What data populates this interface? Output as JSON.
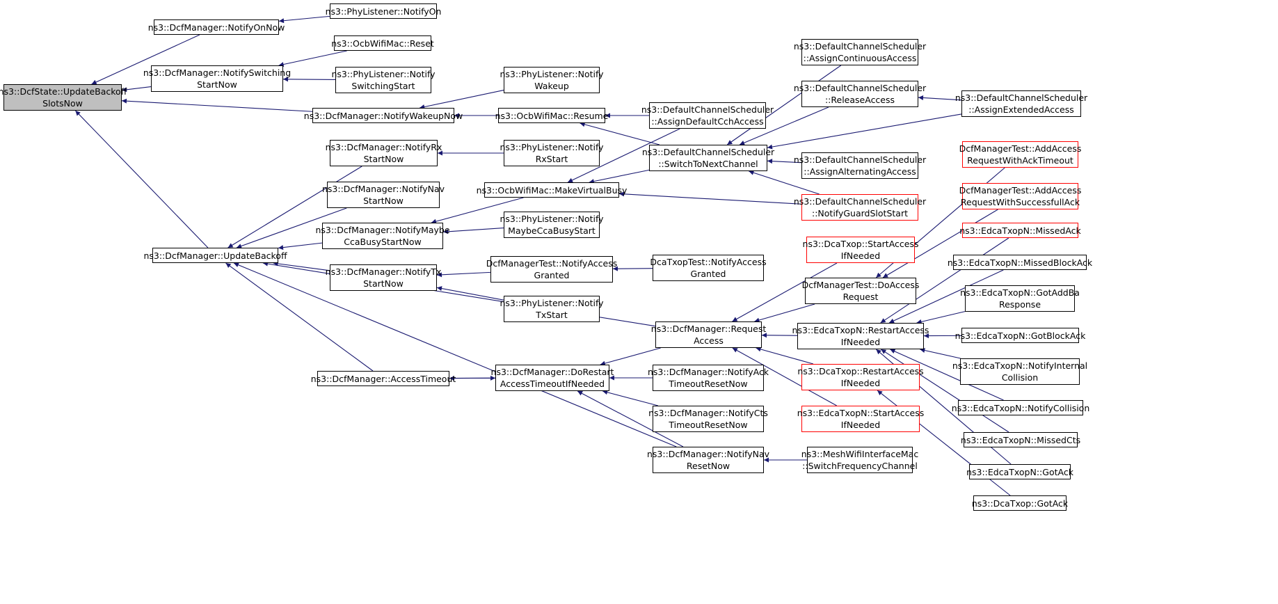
{
  "graph": {
    "title": "",
    "colors": {
      "edge": "#191970",
      "border": "#000000",
      "border_incomplete": "#ff0000",
      "root_fill": "#bfbfbf",
      "node_fill": "#ffffff"
    },
    "nodes": [
      {
        "id": "n0",
        "lines": [
          "ns3::DcfState::UpdateBackoff",
          "SlotsNow"
        ],
        "root": true
      },
      {
        "id": "n1",
        "lines": [
          "ns3::DcfManager::NotifyOnNow"
        ]
      },
      {
        "id": "n2",
        "lines": [
          "ns3::PhyListener::NotifyOn"
        ]
      },
      {
        "id": "n3",
        "lines": [
          "ns3::DcfManager::NotifySwitching",
          "StartNow"
        ]
      },
      {
        "id": "n4",
        "lines": [
          "ns3::OcbWifiMac::Reset"
        ]
      },
      {
        "id": "n5",
        "lines": [
          "ns3::PhyListener::Notify",
          "SwitchingStart"
        ]
      },
      {
        "id": "n6",
        "lines": [
          "ns3::DcfManager::NotifyWakeupNow"
        ]
      },
      {
        "id": "n7",
        "lines": [
          "ns3::PhyListener::Notify",
          "Wakeup"
        ]
      },
      {
        "id": "n8",
        "lines": [
          "ns3::OcbWifiMac::Resume"
        ]
      },
      {
        "id": "n9",
        "lines": [
          "ns3::DefaultChannelScheduler",
          "::AssignDefaultCchAccess"
        ]
      },
      {
        "id": "n10",
        "lines": [
          "ns3::DefaultChannelScheduler",
          "::SwitchToNextChannel"
        ]
      },
      {
        "id": "n11",
        "lines": [
          "ns3::DefaultChannelScheduler",
          "::AssignContinuousAccess"
        ]
      },
      {
        "id": "n12",
        "lines": [
          "ns3::DefaultChannelScheduler",
          "::ReleaseAccess"
        ]
      },
      {
        "id": "n13",
        "lines": [
          "ns3::DefaultChannelScheduler",
          "::AssignExtendedAccess"
        ]
      },
      {
        "id": "n14",
        "lines": [
          "ns3::DefaultChannelScheduler",
          "::AssignAlternatingAccess"
        ]
      },
      {
        "id": "n15",
        "lines": [
          "ns3::DefaultChannelScheduler",
          "::NotifyGuardSlotStart"
        ],
        "red": true
      },
      {
        "id": "n16",
        "lines": [
          "ns3::DcfManager::NotifyRx",
          "StartNow"
        ]
      },
      {
        "id": "n17",
        "lines": [
          "ns3::PhyListener::Notify",
          "RxStart"
        ]
      },
      {
        "id": "n18",
        "lines": [
          "ns3::DcfManager::NotifyNav",
          "StartNow"
        ]
      },
      {
        "id": "n19",
        "lines": [
          "ns3::OcbWifiMac::MakeVirtualBusy"
        ]
      },
      {
        "id": "n20",
        "lines": [
          "ns3::DcfManager::NotifyMaybe",
          "CcaBusyStartNow"
        ]
      },
      {
        "id": "n21",
        "lines": [
          "ns3::PhyListener::Notify",
          "MaybeCcaBusyStart"
        ]
      },
      {
        "id": "n22",
        "lines": [
          "ns3::DcfManager::UpdateBackoff"
        ]
      },
      {
        "id": "n23",
        "lines": [
          "ns3::DcfManager::NotifyTx",
          "StartNow"
        ]
      },
      {
        "id": "n24",
        "lines": [
          "DcfManagerTest::NotifyAccess",
          "Granted"
        ]
      },
      {
        "id": "n25",
        "lines": [
          "DcaTxopTest::NotifyAccess",
          "Granted"
        ]
      },
      {
        "id": "n26",
        "lines": [
          "ns3::PhyListener::Notify",
          "TxStart"
        ]
      },
      {
        "id": "n27",
        "lines": [
          "ns3::DcaTxop::StartAccess",
          "IfNeeded"
        ],
        "red": true
      },
      {
        "id": "n28",
        "lines": [
          "DcfManagerTest::DoAccess",
          "Request"
        ]
      },
      {
        "id": "n29",
        "lines": [
          "DcfManagerTest::AddAccess",
          "RequestWithAckTimeout"
        ],
        "red": true
      },
      {
        "id": "n30",
        "lines": [
          "DcfManagerTest::AddAccess",
          "RequestWithSuccessfullAck"
        ],
        "red": true
      },
      {
        "id": "n31",
        "lines": [
          "ns3::EdcaTxopN::MissedAck"
        ],
        "red": true
      },
      {
        "id": "n32",
        "lines": [
          "ns3::EdcaTxopN::MissedBlockAck"
        ]
      },
      {
        "id": "n33",
        "lines": [
          "ns3::EdcaTxopN::GotAddBa",
          "Response"
        ]
      },
      {
        "id": "n34",
        "lines": [
          "ns3::DcfManager::Request",
          "Access"
        ]
      },
      {
        "id": "n35",
        "lines": [
          "ns3::EdcaTxopN::RestartAccess",
          "IfNeeded"
        ]
      },
      {
        "id": "n36",
        "lines": [
          "ns3::EdcaTxopN::GotBlockAck"
        ]
      },
      {
        "id": "n37",
        "lines": [
          "ns3::EdcaTxopN::NotifyInternal",
          "Collision"
        ]
      },
      {
        "id": "n38",
        "lines": [
          "ns3::DcfManager::AccessTimeout"
        ]
      },
      {
        "id": "n39",
        "lines": [
          "ns3::DcfManager::DoRestart",
          "AccessTimeoutIfNeeded"
        ]
      },
      {
        "id": "n40",
        "lines": [
          "ns3::DcfManager::NotifyAck",
          "TimeoutResetNow"
        ]
      },
      {
        "id": "n41",
        "lines": [
          "ns3::DcaTxop::RestartAccess",
          "IfNeeded"
        ],
        "red": true
      },
      {
        "id": "n42",
        "lines": [
          "ns3::EdcaTxopN::StartAccess",
          "IfNeeded"
        ],
        "red": true
      },
      {
        "id": "n43",
        "lines": [
          "ns3::EdcaTxopN::NotifyCollision"
        ]
      },
      {
        "id": "n44",
        "lines": [
          "ns3::DcfManager::NotifyCts",
          "TimeoutResetNow"
        ]
      },
      {
        "id": "n45",
        "lines": [
          "ns3::EdcaTxopN::MissedCts"
        ]
      },
      {
        "id": "n46",
        "lines": [
          "ns3::DcfManager::NotifyNav",
          "ResetNow"
        ]
      },
      {
        "id": "n47",
        "lines": [
          "ns3::MeshWifiInterfaceMac",
          "::SwitchFrequencyChannel"
        ]
      },
      {
        "id": "n48",
        "lines": [
          "ns3::EdcaTxopN::GotAck"
        ]
      },
      {
        "id": "n49",
        "lines": [
          "ns3::DcaTxop::GotAck"
        ]
      }
    ],
    "edges": [
      [
        "n1",
        "n0"
      ],
      [
        "n3",
        "n0"
      ],
      [
        "n6",
        "n0"
      ],
      [
        "n22",
        "n0"
      ],
      [
        "n2",
        "n1"
      ],
      [
        "n4",
        "n3"
      ],
      [
        "n5",
        "n3"
      ],
      [
        "n7",
        "n6"
      ],
      [
        "n8",
        "n6"
      ],
      [
        "n9",
        "n8"
      ],
      [
        "n10",
        "n8"
      ],
      [
        "n11",
        "n10"
      ],
      [
        "n12",
        "n10"
      ],
      [
        "n13",
        "n10"
      ],
      [
        "n14",
        "n10"
      ],
      [
        "n15",
        "n10"
      ],
      [
        "n13",
        "n12"
      ],
      [
        "n17",
        "n16"
      ],
      [
        "n9",
        "n19"
      ],
      [
        "n10",
        "n19"
      ],
      [
        "n15",
        "n19"
      ],
      [
        "n19",
        "n20"
      ],
      [
        "n21",
        "n20"
      ],
      [
        "n16",
        "n22"
      ],
      [
        "n18",
        "n22"
      ],
      [
        "n20",
        "n22"
      ],
      [
        "n23",
        "n22"
      ],
      [
        "n34",
        "n22"
      ],
      [
        "n38",
        "n22"
      ],
      [
        "n46",
        "n22"
      ],
      [
        "n24",
        "n23"
      ],
      [
        "n26",
        "n23"
      ],
      [
        "n25",
        "n24"
      ],
      [
        "n29",
        "n28"
      ],
      [
        "n30",
        "n28"
      ],
      [
        "n27",
        "n34"
      ],
      [
        "n28",
        "n34"
      ],
      [
        "n35",
        "n34"
      ],
      [
        "n41",
        "n34"
      ],
      [
        "n42",
        "n34"
      ],
      [
        "n31",
        "n35"
      ],
      [
        "n32",
        "n35"
      ],
      [
        "n33",
        "n35"
      ],
      [
        "n36",
        "n35"
      ],
      [
        "n37",
        "n35"
      ],
      [
        "n43",
        "n35"
      ],
      [
        "n45",
        "n35"
      ],
      [
        "n48",
        "n35"
      ],
      [
        "n49",
        "n41"
      ],
      [
        "n34",
        "n39"
      ],
      [
        "n38",
        "n39"
      ],
      [
        "n40",
        "n39"
      ],
      [
        "n44",
        "n39"
      ],
      [
        "n46",
        "n39"
      ],
      [
        "n39",
        "n38"
      ],
      [
        "n47",
        "n46"
      ]
    ]
  }
}
